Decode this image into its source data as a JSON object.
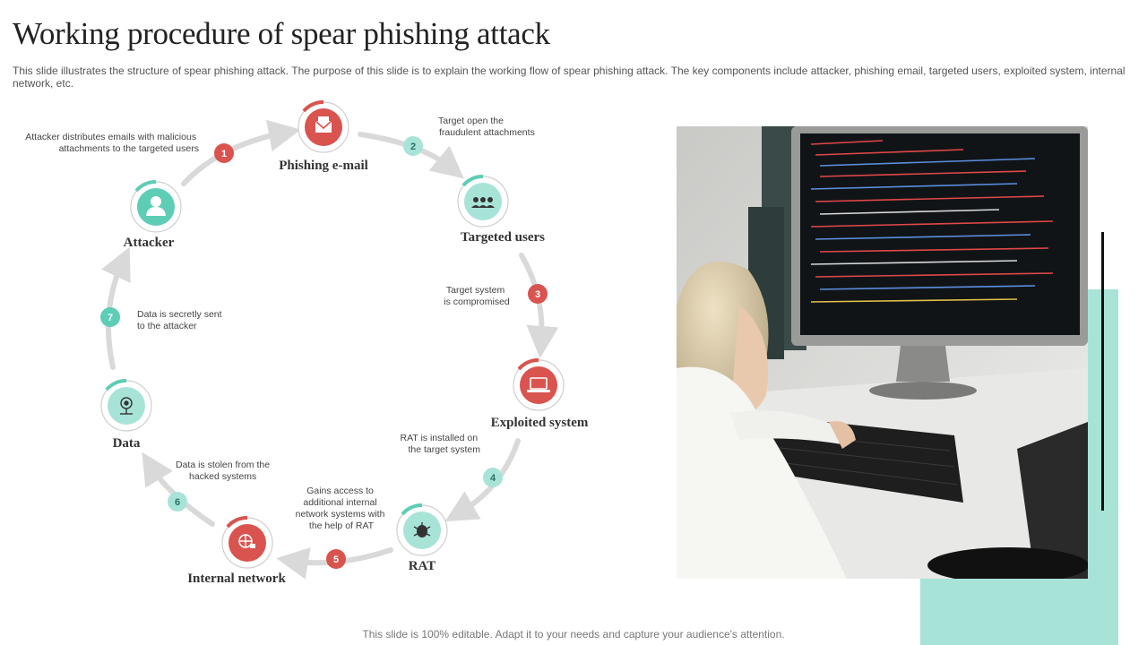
{
  "title": "Working procedure of spear phishing attack",
  "subtitle": "This slide illustrates the structure of spear phishing attack. The purpose of this slide is to explain the working flow of spear phishing attack. The key components include attacker, phishing email, targeted users, exploited system, internal network, etc.",
  "footer": "This slide is 100% editable. Adapt it to your needs and capture your audience's attention.",
  "colors": {
    "red": "#d9534f",
    "teal": "#5ecdb5",
    "teal_light": "#a8e3d8",
    "arrow": "#d9d9d9"
  },
  "nodes": [
    {
      "id": "attacker",
      "label": "Attacker",
      "color": "teal",
      "icon": "user-icon"
    },
    {
      "id": "phishing",
      "label": "Phishing e-mail",
      "color": "red",
      "icon": "envelope-icon"
    },
    {
      "id": "targeted",
      "label": "Targeted users",
      "color": "teal",
      "icon": "group-icon"
    },
    {
      "id": "exploited",
      "label": "Exploited system",
      "color": "red",
      "icon": "laptop-icon"
    },
    {
      "id": "rat",
      "label": "RAT",
      "color": "teal",
      "icon": "bug-icon"
    },
    {
      "id": "internal",
      "label": "Internal network",
      "color": "red",
      "icon": "network-icon"
    },
    {
      "id": "data",
      "label": "Data",
      "color": "teal",
      "icon": "database-icon"
    }
  ],
  "steps": [
    {
      "number": "1",
      "color": "red",
      "lines": [
        "Attacker distributes emails with malicious",
        "attachments to the targeted users"
      ]
    },
    {
      "number": "2",
      "color": "teal",
      "lines": [
        "Target open the",
        "fraudulent attachments"
      ]
    },
    {
      "number": "3",
      "color": "red",
      "lines": [
        "Target system",
        "is compromised"
      ]
    },
    {
      "number": "4",
      "color": "teal",
      "lines": [
        "RAT is installed on",
        "the target system"
      ]
    },
    {
      "number": "5",
      "color": "red",
      "lines": [
        "Gains access to",
        "additional internal",
        "network systems with",
        "the help of RAT"
      ]
    },
    {
      "number": "6",
      "color": "teal",
      "lines": [
        "Data is stolen from the",
        "hacked systems"
      ]
    },
    {
      "number": "7",
      "color": "teal",
      "lines": [
        "Data is secretly sent",
        "to the attacker"
      ]
    }
  ],
  "photo": {
    "icon": "programmer-photo"
  }
}
